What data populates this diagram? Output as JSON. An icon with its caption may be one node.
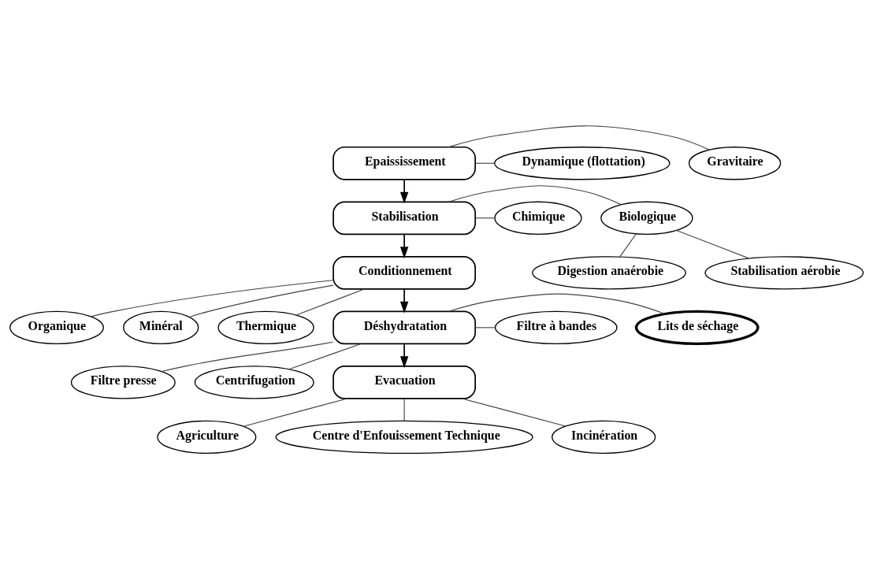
{
  "diagram": {
    "nodes": [
      {
        "text": [
          "Epaississement"
        ]
      },
      {
        "text": [
          "Gravitaire"
        ]
      },
      {
        "text": [
          "Dynamique (flottation)"
        ]
      },
      {
        "text": [
          "Stabilisation"
        ]
      },
      {
        "text": [
          "Biologique"
        ]
      },
      {
        "text": [
          "Chimique"
        ]
      },
      {
        "text": [
          "Digestion anaérobie"
        ]
      },
      {
        "text": [
          "Stabilisation aérobie"
        ]
      },
      {
        "text": [
          "Conditionnement"
        ]
      },
      {
        "text": [
          "Organique"
        ]
      },
      {
        "text": [
          "Minéral"
        ]
      },
      {
        "text": [
          "Thermique"
        ]
      },
      {
        "text": [
          "Déshydratation"
        ]
      },
      {
        "text": [
          "Lits de séchage"
        ]
      },
      {
        "text": [
          "Filtre à bandes"
        ]
      },
      {
        "text": [
          "Filtre presse"
        ]
      },
      {
        "text": [
          "Centrifugation"
        ]
      },
      {
        "text": [
          "Evacuation"
        ]
      },
      {
        "text": [
          "Agriculture"
        ]
      },
      {
        "text": [
          "Centre d'Enfouissement Technique"
        ]
      },
      {
        "text": [
          "Incinération"
        ]
      }
    ],
    "edges": [
      {
        "from": 0,
        "to": 1,
        "arrow": "none"
      },
      {
        "from": 0,
        "to": 2,
        "arrow": "none"
      },
      {
        "from": 0,
        "to": 3,
        "arrow": "to"
      },
      {
        "from": 3,
        "to": 4,
        "arrow": "none"
      },
      {
        "from": 3,
        "to": 5,
        "arrow": "none"
      },
      {
        "from": 4,
        "to": 6,
        "arrow": "none"
      },
      {
        "from": 4,
        "to": 7,
        "arrow": "none"
      },
      {
        "from": 3,
        "to": 8,
        "arrow": "to"
      },
      {
        "from": 8,
        "to": 9,
        "arrow": "none"
      },
      {
        "from": 8,
        "to": 10,
        "arrow": "none"
      },
      {
        "from": 8,
        "to": 11,
        "arrow": "none"
      },
      {
        "from": 8,
        "to": 12,
        "arrow": "to"
      },
      {
        "from": 12,
        "to": 13,
        "arrow": "none"
      },
      {
        "from": 12,
        "to": 14,
        "arrow": "none"
      },
      {
        "from": 12,
        "to": 15,
        "arrow": "none"
      },
      {
        "from": 12,
        "to": 16,
        "arrow": "none"
      },
      {
        "from": 12,
        "to": 17,
        "arrow": "to"
      },
      {
        "from": 17,
        "to": 18,
        "arrow": "none"
      },
      {
        "from": 17,
        "to": 19,
        "arrow": "none"
      },
      {
        "from": 17,
        "to": 20,
        "arrow": "none"
      }
    ]
  }
}
